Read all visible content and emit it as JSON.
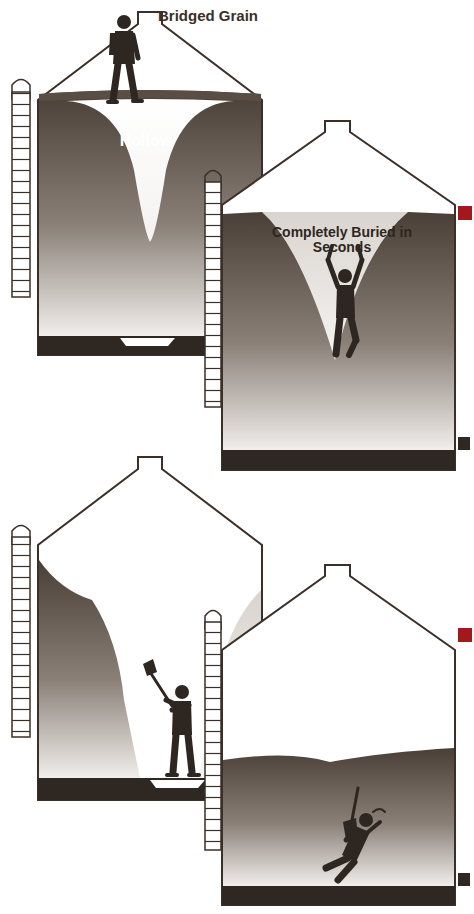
{
  "diagram": {
    "labels": [
      "Bridged Grain",
      "Hollow",
      "Completely Buried in Seconds"
    ]
  }
}
